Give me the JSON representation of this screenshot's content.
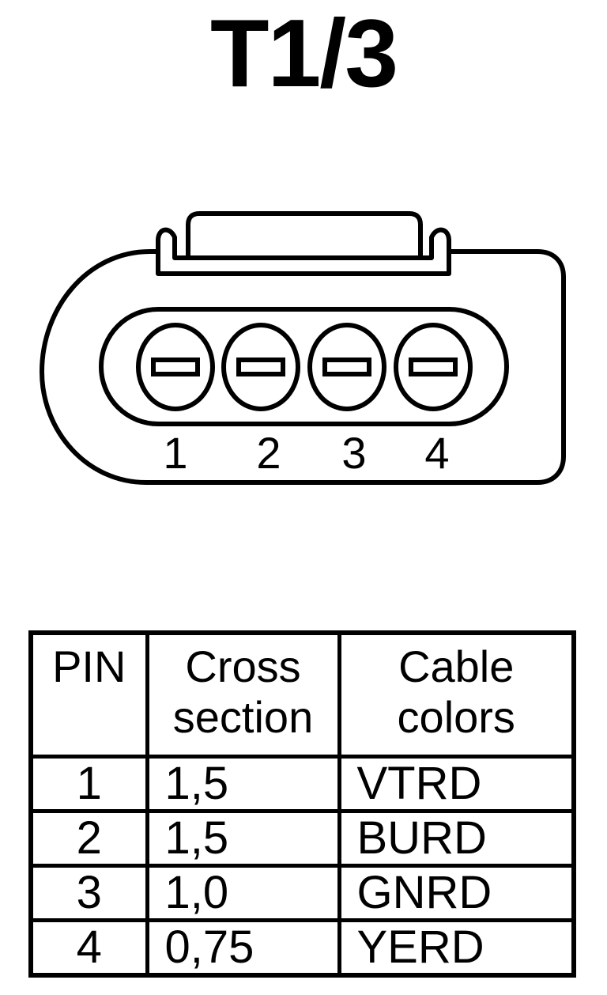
{
  "connector": {
    "title": "T1/3",
    "pin_numbers": [
      "1",
      "2",
      "3",
      "4"
    ]
  },
  "table": {
    "headers": {
      "pin": "PIN",
      "cross_section": [
        "Cross",
        "section"
      ],
      "cable_colors": [
        "Cable",
        "colors"
      ]
    },
    "rows": [
      {
        "pin": "1",
        "cross_section": "1,5",
        "cable_color": "VTRD"
      },
      {
        "pin": "2",
        "cross_section": "1,5",
        "cable_color": "BURD"
      },
      {
        "pin": "3",
        "cross_section": "1,0",
        "cable_color": "GNRD"
      },
      {
        "pin": "4",
        "cross_section": "0,75",
        "cable_color": "YERD"
      }
    ]
  },
  "colors": {
    "line": "#000000",
    "background": "#ffffff"
  }
}
